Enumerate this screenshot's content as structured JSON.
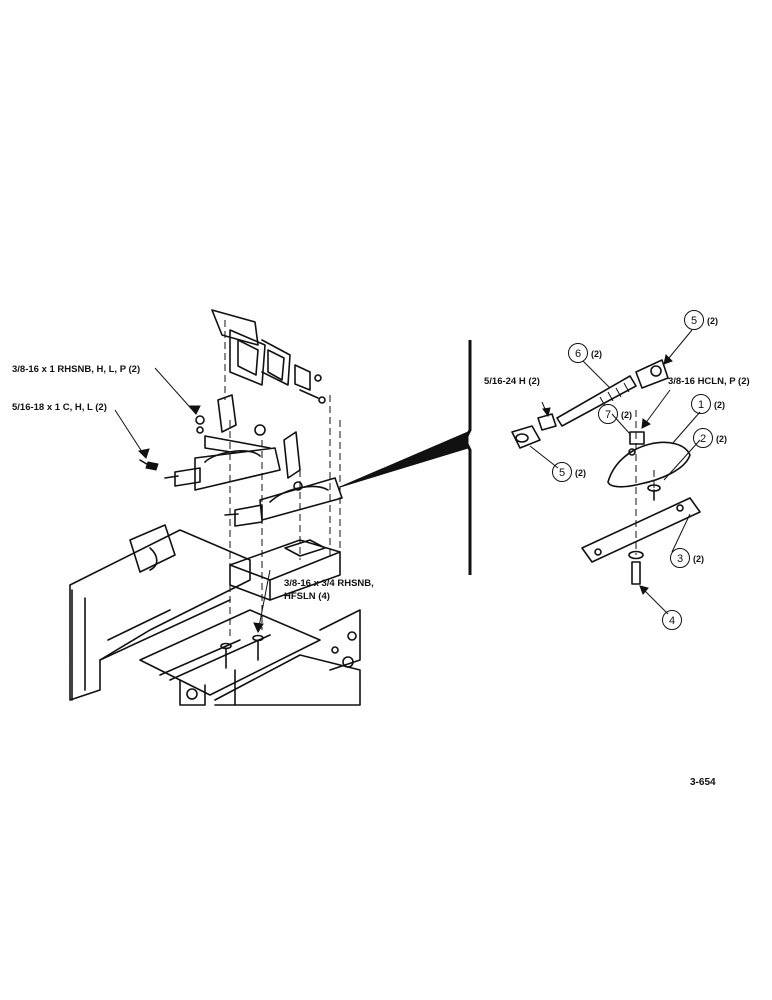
{
  "labels": {
    "bolt_upper": "3/8-16 x 1 RHSNB, H, L, P (2)",
    "capscrew": "5/16-18 x 1 C, H, L (2)",
    "bolt_lower_line1": "3/8-16 x 3/4 RHSNB,",
    "bolt_lower_line2": "HFSLN (4)",
    "hex_nut": "5/16-24 H (2)",
    "lock_nut": "3/8-16 HCLN, P (2)"
  },
  "callouts": [
    {
      "num": "1",
      "qty": "(2)"
    },
    {
      "num": "2",
      "qty": "(2)"
    },
    {
      "num": "3",
      "qty": "(2)"
    },
    {
      "num": "4",
      "qty": ""
    },
    {
      "num": "5",
      "qty": "(2)"
    },
    {
      "num": "5",
      "qty": "(2)"
    },
    {
      "num": "6",
      "qty": "(2)"
    },
    {
      "num": "7",
      "qty": "(2)"
    }
  ],
  "figure_number": "3-654"
}
